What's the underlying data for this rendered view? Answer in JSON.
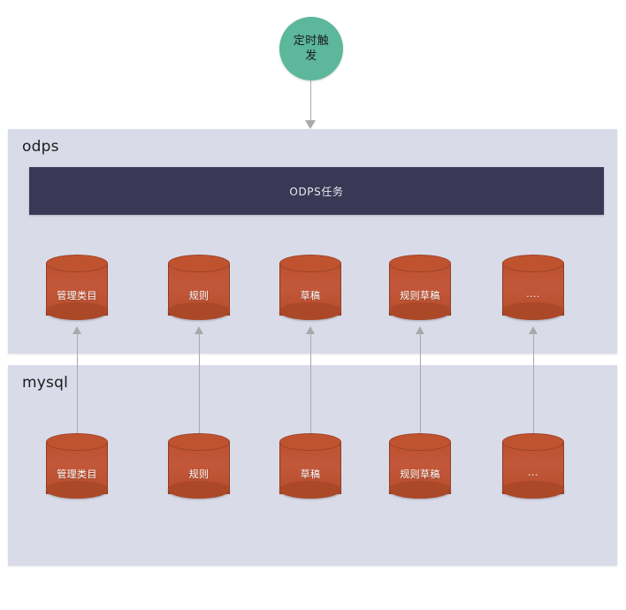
{
  "diagram": {
    "trigger": {
      "label": "定时触发",
      "shape": "circle",
      "color": "#5cb79b"
    },
    "task_bar": {
      "label": "ODPS任务",
      "color": "#3b3856"
    },
    "panels": [
      {
        "id": "odps",
        "label": "odps",
        "color": "#d9dbe9"
      },
      {
        "id": "mysql",
        "label": "mysql",
        "color": "#d9dbe9"
      }
    ],
    "odps_tables": [
      {
        "label": "管理类目"
      },
      {
        "label": "规则"
      },
      {
        "label": "草稿"
      },
      {
        "label": "规则草稿"
      },
      {
        "label": "...."
      }
    ],
    "mysql_tables": [
      {
        "label": "管理类目"
      },
      {
        "label": "规则"
      },
      {
        "label": "草稿"
      },
      {
        "label": "规则草稿"
      },
      {
        "label": "..."
      }
    ],
    "cylinder_color": "#c0532f",
    "arrow_color": "#a9a9a9"
  }
}
